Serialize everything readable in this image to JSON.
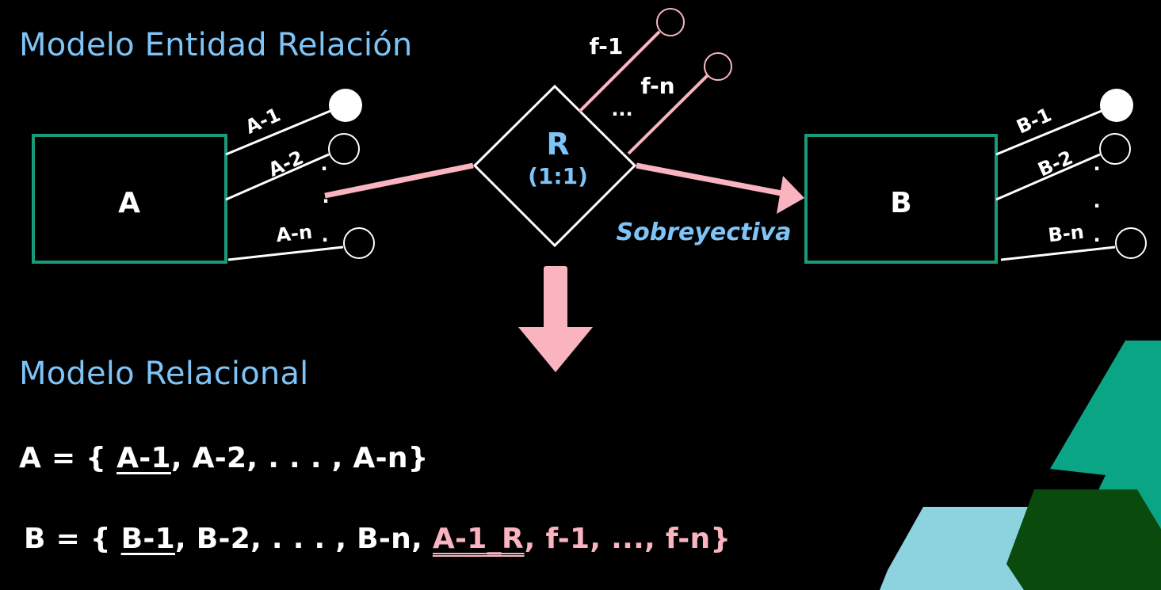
{
  "headings": {
    "entity_relation_model": "Modelo Entidad Relación",
    "relational_model": "Modelo Relacional"
  },
  "diagram": {
    "entity_a": {
      "name": "A",
      "attributes": [
        "A-1",
        "A-2",
        "A-n"
      ]
    },
    "entity_b": {
      "name": "B",
      "attributes": [
        "B-1",
        "B-2",
        "B-n"
      ]
    },
    "relationship": {
      "name": "R",
      "cardinality": "(1:1)",
      "attributes": [
        "f-1",
        "f-n"
      ],
      "ellipsis": "..."
    },
    "mapping_label": "Sobreyectiva",
    "dot": "."
  },
  "relational": {
    "a": {
      "prefix": "A = { ",
      "key": "A-1",
      "rest": ", A-2, . . . , A-n}"
    },
    "b": {
      "prefix": "B = { ",
      "key": "B-1",
      "middle": ", B-2,  . . . , B-n, ",
      "foreign_key": "A-1_R",
      "fk_rest": ", f-1, ...,  f-n}"
    }
  },
  "colors": {
    "background": "#000000",
    "heading": "#7ec4f7",
    "entity_border": "#1a9a7a",
    "pink": "#f9b4c0",
    "text": "#ffffff",
    "deco_teal": "#0aa585",
    "deco_light_blue": "#8cd2df",
    "deco_dark_green": "#0a4a0d"
  }
}
